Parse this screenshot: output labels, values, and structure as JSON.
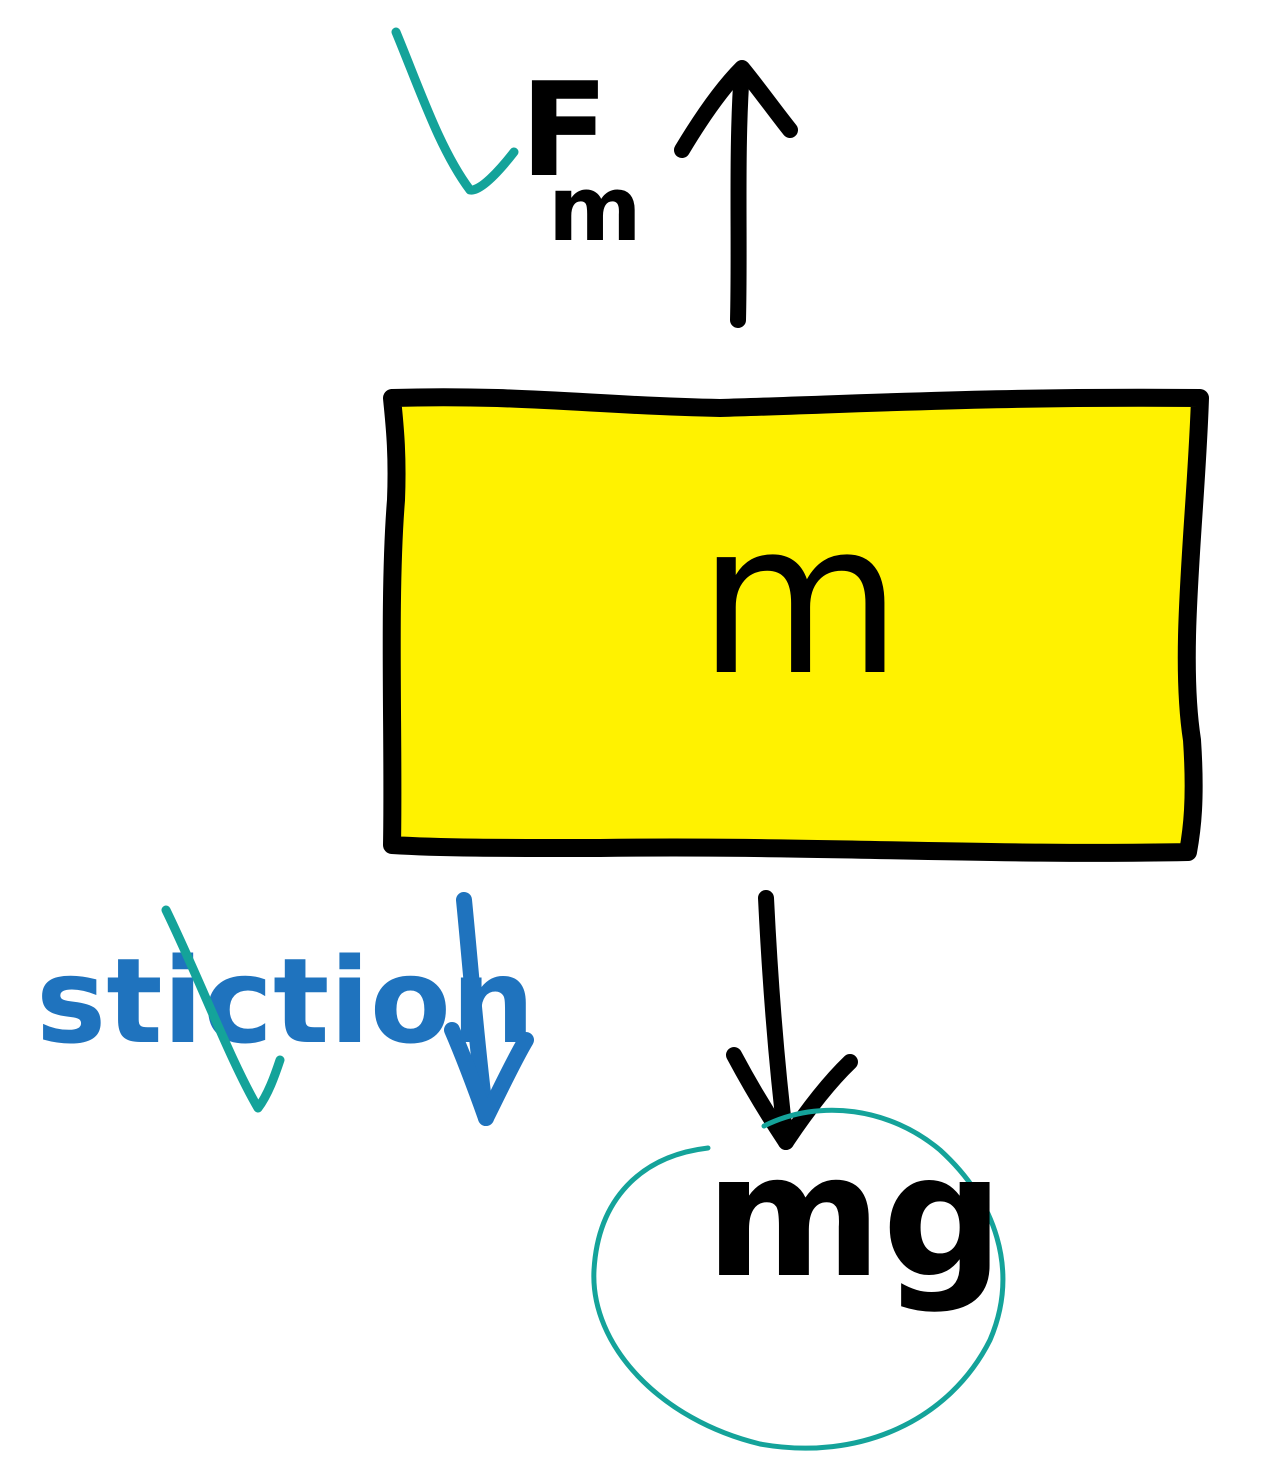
{
  "labels": {
    "mass_label": "m",
    "force_up_label_main": "F",
    "force_up_label_sub": "m",
    "stiction_label": "stiction",
    "weight_label": "mg"
  },
  "colors": {
    "background": "#ffffff",
    "block_fill": "#fff200",
    "ink_black": "#000000",
    "ink_blue": "#1f73be",
    "ink_teal": "#14a39a"
  }
}
